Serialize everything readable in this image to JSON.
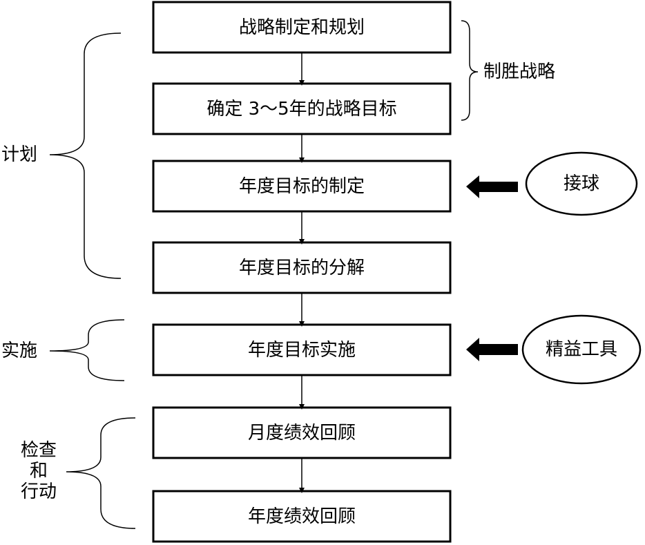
{
  "steps": [
    "战略制定和规划",
    "确定 3～5年的战略目标",
    "年度目标的制定",
    "年度目标的分解",
    "年度目标实施",
    "月度绩效回顾",
    "年度绩效回顾"
  ],
  "brackets": {
    "strategy": "制胜战略",
    "plan": "计划",
    "implement": "实施",
    "check_line1": "检查",
    "check_line2": "和",
    "check_line3": "行动"
  },
  "inputs": {
    "catch_ball": "接球",
    "lean_tools": "精益工具"
  },
  "colors": {
    "line": "#000000",
    "background": "#ffffff"
  }
}
